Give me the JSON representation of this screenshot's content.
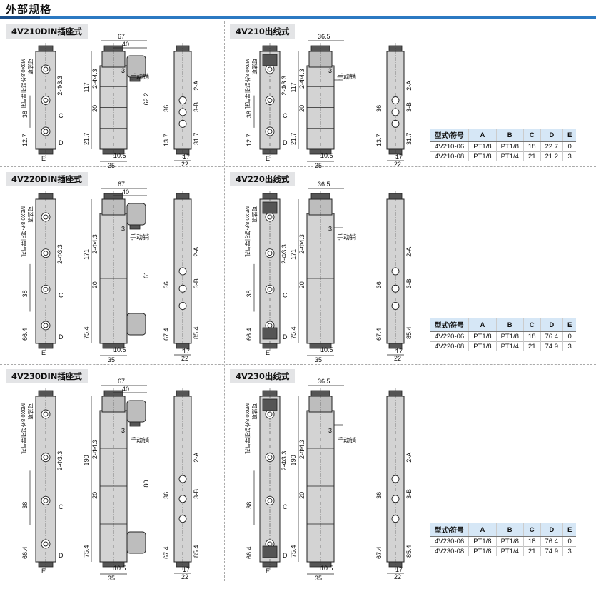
{
  "page": {
    "title": "外部规格"
  },
  "sections": [
    {
      "label": "4V210DIN插座式",
      "dims": {
        "w_top": "67",
        "w_sub": "40",
        "h_total": "117",
        "h_mid": "20",
        "h_low": "21.7",
        "h_right": "62.2",
        "bot_a": "10.5",
        "bot_b": "35",
        "left_h": "38",
        "left_low": "12.7",
        "left_hole": "2-Φ3.3",
        "mid_hole": "2-Φ4.3",
        "port_c": "C",
        "port_d": "D",
        "port_e": "E",
        "port3": "3",
        "manual": "手动销",
        "exhaust": "M5X0.8外部引导气孔",
        "side_note": "可选项",
        "r_h1": "36",
        "r_h2": "13.7",
        "r_h3": "31.7",
        "r_port": "3-B",
        "r_a": "2-A",
        "r_w1": "17",
        "r_w2": "22"
      }
    },
    {
      "label": "4V210出线式",
      "dims": {
        "w_top": "36.5",
        "h_total": "117",
        "h_mid": "20",
        "h_low": "21.7",
        "bot_a": "10.5",
        "bot_b": "35",
        "left_h": "38",
        "left_low": "12.7",
        "left_hole": "2-Φ3.3",
        "mid_hole": "2-Φ4.3",
        "port_c": "C",
        "port_d": "D",
        "port_e": "E",
        "port3": "3",
        "manual": "手动销",
        "exhaust": "M5X0.8外部引导气孔",
        "side_note": "可选项",
        "r_h1": "36",
        "r_h2": "13.7",
        "r_h3": "31.7",
        "r_port": "3-B",
        "r_a": "2-A",
        "r_w1": "17",
        "r_w2": "22"
      }
    },
    {
      "label": "4V220DIN插座式",
      "dims": {
        "w_top": "67",
        "w_sub": "40",
        "h_total": "171",
        "h_mid": "20",
        "h_low": "75.4",
        "h_right": "61",
        "bot_a": "10.5",
        "bot_b": "35",
        "left_h": "38",
        "left_low": "66.4",
        "left_hole": "2-Φ3.3",
        "mid_hole": "2-Φ4.3",
        "port_c": "C",
        "port_d": "D",
        "port_e": "E",
        "port3": "3",
        "manual": "手动销",
        "exhaust": "M5X0.8外部引导气孔",
        "side_note": "可选项",
        "r_h1": "36",
        "r_h2": "67.4",
        "r_h3": "85.4",
        "r_port": "3-B",
        "r_a": "2-A",
        "r_w1": "17",
        "r_w2": "22"
      }
    },
    {
      "label": "4V220出线式",
      "dims": {
        "w_top": "36.5",
        "h_total": "171",
        "h_mid": "20",
        "h_low": "75.4",
        "bot_a": "10.5",
        "bot_b": "35",
        "left_h": "38",
        "left_low": "66.4",
        "left_hole": "2-Φ3.3",
        "mid_hole": "2-Φ4.3",
        "port_c": "C",
        "port_d": "D",
        "port_e": "E",
        "port3": "3",
        "manual": "手动销",
        "exhaust": "M5X0.8外部引导气孔",
        "side_note": "可选项",
        "r_h1": "36",
        "r_h2": "67.4",
        "r_h3": "85.4",
        "r_port": "3-B",
        "r_a": "2-A",
        "r_w1": "17",
        "r_w2": "22"
      }
    },
    {
      "label": "4V230DIN插座式",
      "dims": {
        "w_top": "67",
        "w_sub": "40",
        "h_total": "190",
        "h_mid": "20",
        "h_low": "75.4",
        "h_right": "80",
        "bot_a": "10.5",
        "bot_b": "35",
        "left_h": "38",
        "left_low": "66.4",
        "left_hole": "2-Φ3.3",
        "mid_hole": "2-Φ4.3",
        "port_c": "C",
        "port_d": "D",
        "port_e": "E",
        "port3": "3",
        "manual": "手动销",
        "exhaust": "M5X0.8外部引导气孔",
        "side_note": "可选项",
        "r_h1": "36",
        "r_h2": "67.4",
        "r_h3": "85.4",
        "r_port": "3-B",
        "r_a": "2-A",
        "r_w1": "17",
        "r_w2": "22"
      }
    },
    {
      "label": "4V230出线式",
      "dims": {
        "w_top": "36.5",
        "h_total": "190",
        "h_mid": "20",
        "h_low": "75.4",
        "bot_a": "10.5",
        "bot_b": "35",
        "left_h": "38",
        "left_low": "66.4",
        "left_hole": "2-Φ3.3",
        "mid_hole": "2-Φ4.3",
        "port_c": "C",
        "port_d": "D",
        "port_e": "E",
        "port3": "3",
        "manual": "手动销",
        "exhaust": "M5X0.8外部引导气孔",
        "side_note": "可选项",
        "r_h1": "36",
        "r_h2": "67.4",
        "r_h3": "85.4",
        "r_port": "3-B",
        "r_a": "2-A",
        "r_w1": "17",
        "r_w2": "22"
      }
    }
  ],
  "tables": [
    {
      "headers": [
        "型式\\符号",
        "A",
        "B",
        "C",
        "D",
        "E"
      ],
      "rows": [
        [
          "4V210-06",
          "PT1/8",
          "PT1/8",
          "18",
          "22.7",
          "0"
        ],
        [
          "4V210-08",
          "PT1/8",
          "PT1/4",
          "21",
          "21.2",
          "3"
        ]
      ]
    },
    {
      "headers": [
        "型式\\符号",
        "A",
        "B",
        "C",
        "D",
        "E"
      ],
      "rows": [
        [
          "4V220-06",
          "PT1/8",
          "PT1/8",
          "18",
          "76.4",
          "0"
        ],
        [
          "4V220-08",
          "PT1/8",
          "PT1/4",
          "21",
          "74.9",
          "3"
        ]
      ]
    },
    {
      "headers": [
        "型式\\符号",
        "A",
        "B",
        "C",
        "D",
        "E"
      ],
      "rows": [
        [
          "4V230-06",
          "PT1/8",
          "PT1/8",
          "18",
          "76.4",
          "0"
        ],
        [
          "4V230-08",
          "PT1/8",
          "PT1/4",
          "21",
          "74.9",
          "3"
        ]
      ]
    }
  ]
}
